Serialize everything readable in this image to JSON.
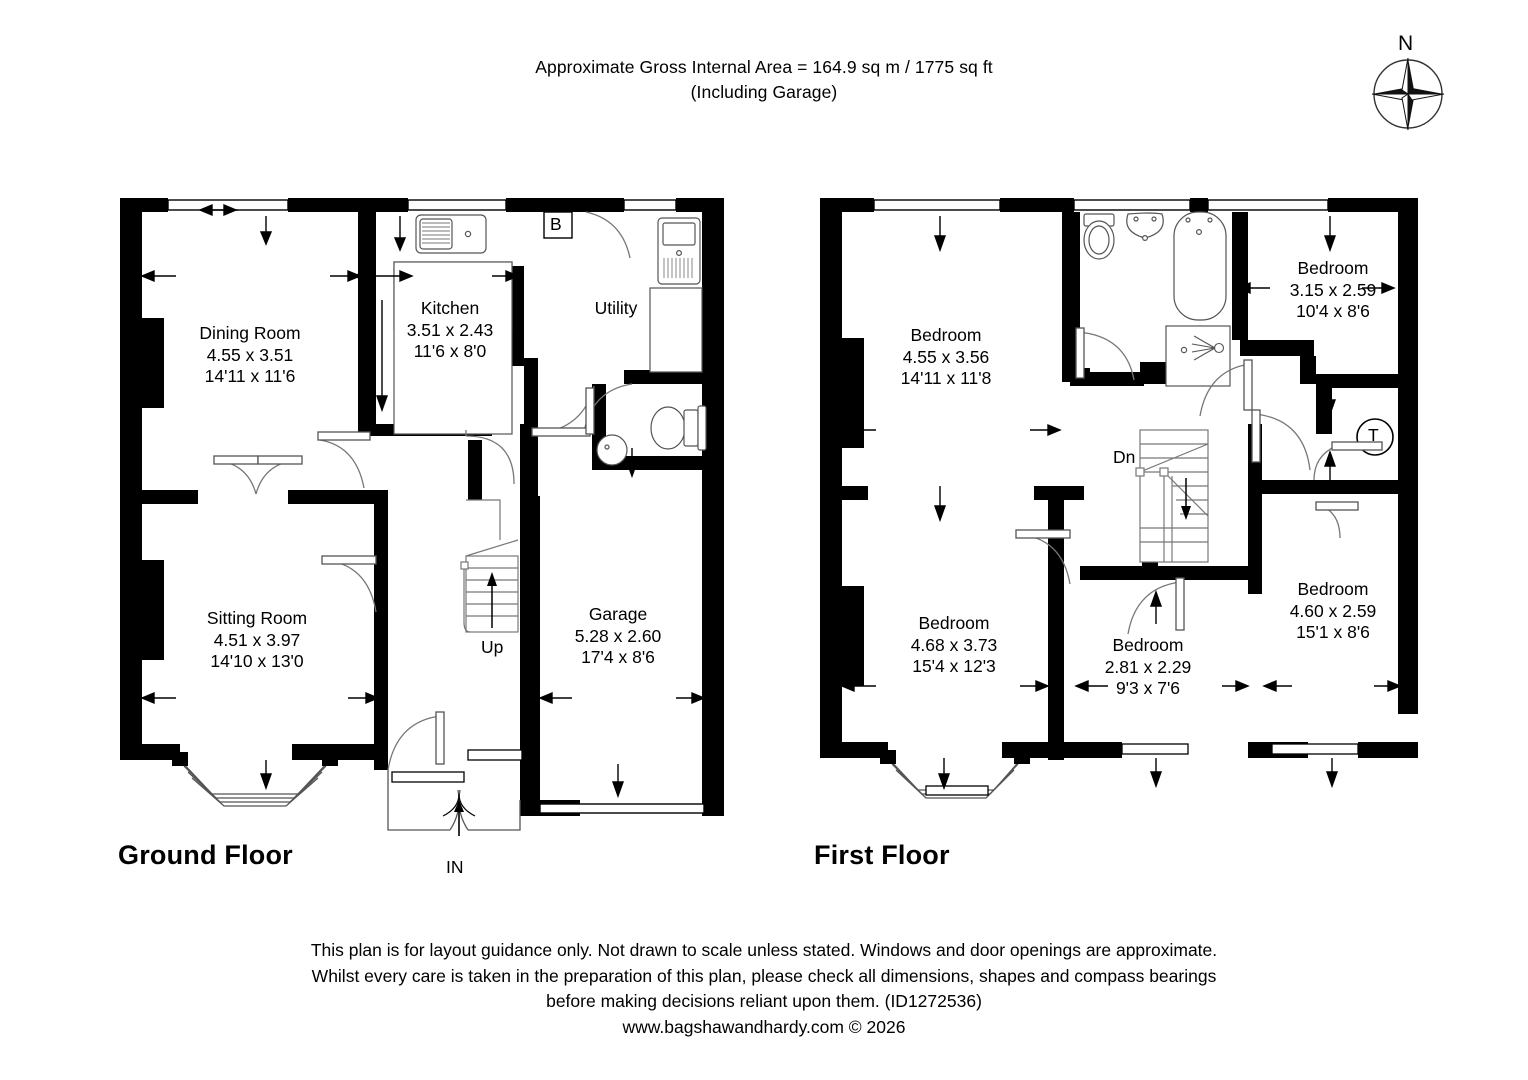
{
  "header": {
    "line1": "Approximate Gross Internal Area = 164.9 sq m / 1775 sq ft",
    "line2": "(Including Garage)"
  },
  "compass": {
    "north_label": "N",
    "icon": "compass-rose-icon"
  },
  "floors": [
    {
      "id": "ground",
      "title": "Ground Floor",
      "rooms": [
        {
          "name": "Dining Room",
          "metric": "4.55 x 3.51",
          "imperial": "14'11 x 11'6"
        },
        {
          "name": "Kitchen",
          "metric": "3.51 x 2.43",
          "imperial": "11'6 x 8'0"
        },
        {
          "name": "Utility",
          "metric": "",
          "imperial": ""
        },
        {
          "name": "Sitting Room",
          "metric": "4.51 x 3.97",
          "imperial": "14'10 x 13'0"
        },
        {
          "name": "Garage",
          "metric": "5.28 x 2.60",
          "imperial": "17'4 x 8'6"
        }
      ],
      "markers": [
        {
          "id": "boiler-badge",
          "label": "B"
        },
        {
          "id": "stairs-up",
          "label": "Up"
        },
        {
          "id": "entrance",
          "label": "IN"
        }
      ]
    },
    {
      "id": "first",
      "title": "First Floor",
      "rooms": [
        {
          "name": "Bedroom",
          "metric": "4.55 x 3.56",
          "imperial": "14'11 x 11'8"
        },
        {
          "name": "Bedroom",
          "metric": "3.15 x 2.59",
          "imperial": "10'4 x 8'6"
        },
        {
          "name": "Bedroom",
          "metric": "4.60 x 2.59",
          "imperial": "15'1 x 8'6"
        },
        {
          "name": "Bedroom",
          "metric": "4.68 x 3.73",
          "imperial": "15'4 x 12'3"
        },
        {
          "name": "Bedroom",
          "metric": "2.81 x 2.29",
          "imperial": "9'3 x 7'6"
        }
      ],
      "markers": [
        {
          "id": "stairs-down",
          "label": "Dn"
        },
        {
          "id": "tank-badge",
          "label": "T"
        }
      ]
    }
  ],
  "footer": {
    "line1": "This plan is for layout guidance only. Not drawn to scale unless stated. Windows and door openings are approximate.",
    "line2": "Whilst every care is taken in the preparation of this plan, please check all dimensions, shapes and compass bearings",
    "line3": "before making decisions reliant upon them. (ID1272536)",
    "line4": "www.bagshawandhardy.com © 2026"
  },
  "colors": {
    "wall": "#000000",
    "thin": "#555555",
    "paper": "#ffffff"
  }
}
